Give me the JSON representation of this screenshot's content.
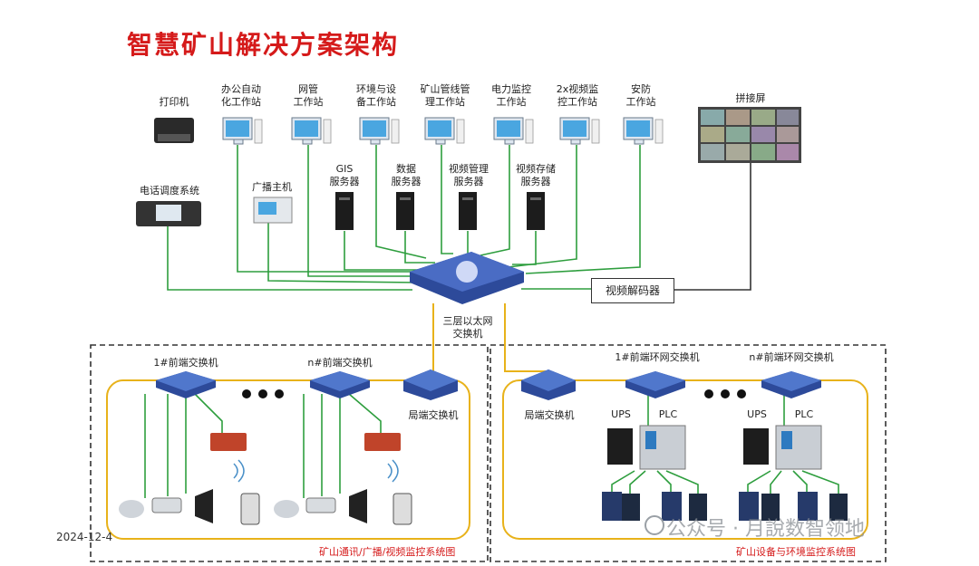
{
  "title": "智慧矿山解决方案架构",
  "top_nodes": {
    "printer": "打印机",
    "office": "办公自动\n化工作站",
    "netmgmt": "网管\n工作站",
    "env": "环境与设\n备工作站",
    "pipeline": "矿山管线管\n理工作站",
    "power": "电力监控\n工作站",
    "video2x": "2x视频监\n控工作站",
    "security": "安防\n工作站",
    "splice": "拼接屏"
  },
  "servers": {
    "gis": "GIS\n服务器",
    "data": "数据\n服务器",
    "videomgmt": "视频管理\n服务器",
    "videostore": "视频存储\n服务器"
  },
  "phone": "电话调度系统",
  "broadcast": "广播主机",
  "decoder": "视频解码器",
  "core_switch": "三层以太网\n交换机",
  "left_zone": {
    "sw1": "1#前端交换机",
    "swn": "n#前端交换机",
    "local": "局端交换机",
    "caption": "矿山通讯/广播/视频监控系统图"
  },
  "right_zone": {
    "local": "局端交换机",
    "sw1": "1#前端环网交换机",
    "swn": "n#前端环网交换机",
    "ups1": "UPS",
    "plc1": "PLC",
    "ups2": "UPS",
    "plc2": "PLC",
    "caption": "矿山设备与环境监控系统图"
  },
  "date": "2024-12-4",
  "watermark": "公众号 · 月說数智领地",
  "colors": {
    "green": "#2e9e3e",
    "yellow": "#e8b21a",
    "title_red": "#d51a1a",
    "switch_blue": "#2d4a9a"
  }
}
